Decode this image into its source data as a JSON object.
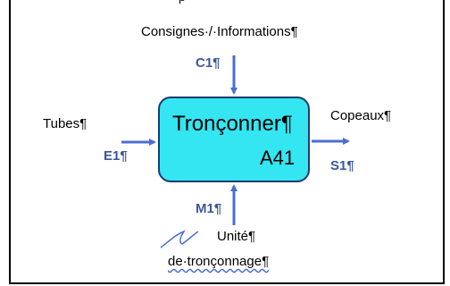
{
  "diagram": {
    "top_clipped_text": "p",
    "box": {
      "title": "Tronçonner¶",
      "id": "A41"
    },
    "inputs": {
      "controls_label": "Consignes·/·Informations¶",
      "control_code": "C1¶"
    },
    "entries": {
      "label": "Tubes¶",
      "code": "E1¶"
    },
    "outputs": {
      "label": "Copeaux¶",
      "code": "S1¶"
    },
    "mechanisms": {
      "code": "M1¶",
      "label_line1": "Unité¶",
      "label_line2": "de·tronçonnage¶"
    }
  },
  "colors": {
    "box_fill": "#33e6f2",
    "box_border": "#1e3a6e",
    "arrow": "#4a6fd1",
    "code_label": "#3b5998"
  }
}
